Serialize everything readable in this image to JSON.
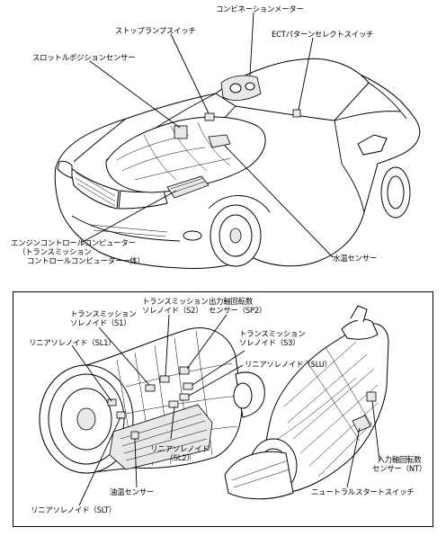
{
  "labels": {
    "combination_meter": "コンビネーションメーター",
    "stop_lamp_switch": "ストップランプスイッチ",
    "ect_pattern_select_switch": "ECTパターンセレクトスイッチ",
    "throttle_position_sensor": "スロットルポジションセンサー",
    "engine_computer_l1": "エンジンコントロールコンピューター",
    "engine_computer_l2": "（トランスミッション",
    "engine_computer_l3": "コントロールコンピューター一体）",
    "water_temp_sensor": "水温センサー",
    "solenoid_s2_l1": "トランスミッション",
    "solenoid_s2_l2": "ソレノイド（S2）",
    "output_shaft_sensor_l1": "出力軸回転数",
    "output_shaft_sensor_l2": "センサー（SP2）",
    "solenoid_s1_l1": "トランスミッション",
    "solenoid_s1_l2": "ソレノイド（S1）",
    "solenoid_s3_l1": "トランスミッション",
    "solenoid_s3_l2": "ソレノイド（S3）",
    "linear_solenoid_sl1": "リニアソレノイド（SL1）",
    "linear_solenoid_slu": "リニアソレノイド（SLU）",
    "linear_solenoid_sl2_l1": "リニアソレノイド",
    "linear_solenoid_sl2_l2": "（SL2）",
    "input_shaft_sensor_l1": "入力軸回転数",
    "input_shaft_sensor_l2": "センサー（NT）",
    "oil_temp_sensor": "油温センサー",
    "neutral_start_switch": "ニュートラルスタートスイッチ",
    "linear_solenoid_slt": "リニアソレノイド（SLT）"
  }
}
